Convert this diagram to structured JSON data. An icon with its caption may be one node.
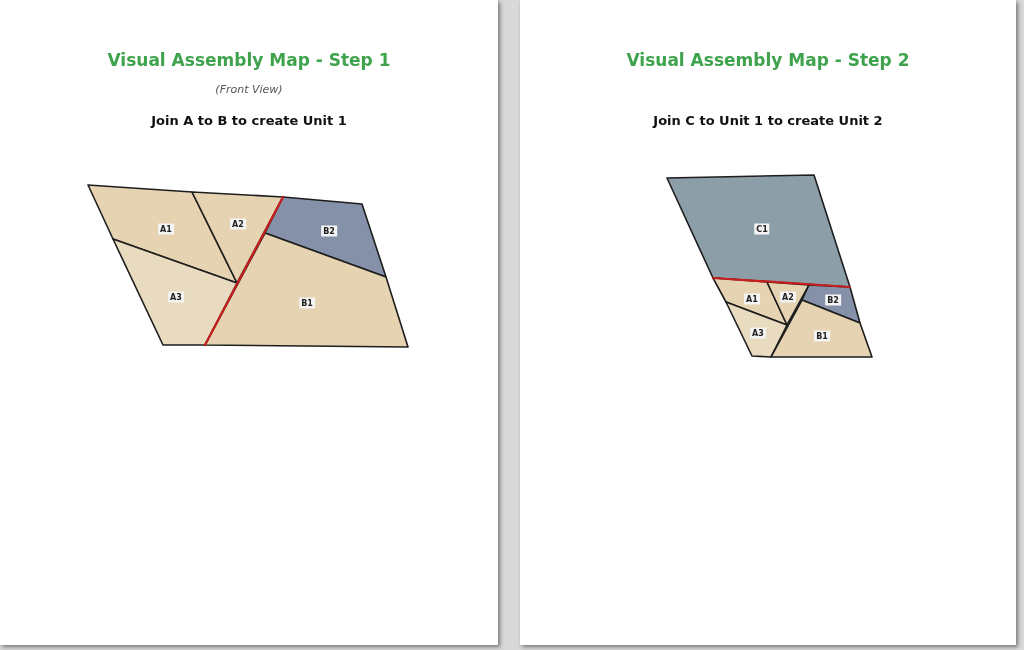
{
  "diagram": {
    "nodes": [
      {
        "text": [
          "Visual Assembly Map - Step 1",
          "(Front View)",
          "Join A to B to create Unit 1"
        ]
      },
      {
        "text": [
          "A1"
        ],
        "in": 0
      },
      {
        "text": [
          "A2"
        ],
        "in": 0
      },
      {
        "text": [
          "B2"
        ],
        "in": 0
      },
      {
        "text": [
          "A3"
        ],
        "in": 0
      },
      {
        "text": [
          "B1"
        ],
        "in": 0
      },
      {
        "text": [
          "Visual Assembly Map - Step 2",
          "Join C to Unit 1 to create Unit 2"
        ]
      },
      {
        "text": [
          "C1"
        ],
        "in": 6
      },
      {
        "text": [
          "A1"
        ],
        "in": 6
      },
      {
        "text": [
          "A2"
        ],
        "in": 6
      },
      {
        "text": [
          "B2"
        ],
        "in": 6
      },
      {
        "text": [
          "A3"
        ],
        "in": 6
      },
      {
        "text": [
          "B1"
        ],
        "in": 6
      }
    ]
  }
}
